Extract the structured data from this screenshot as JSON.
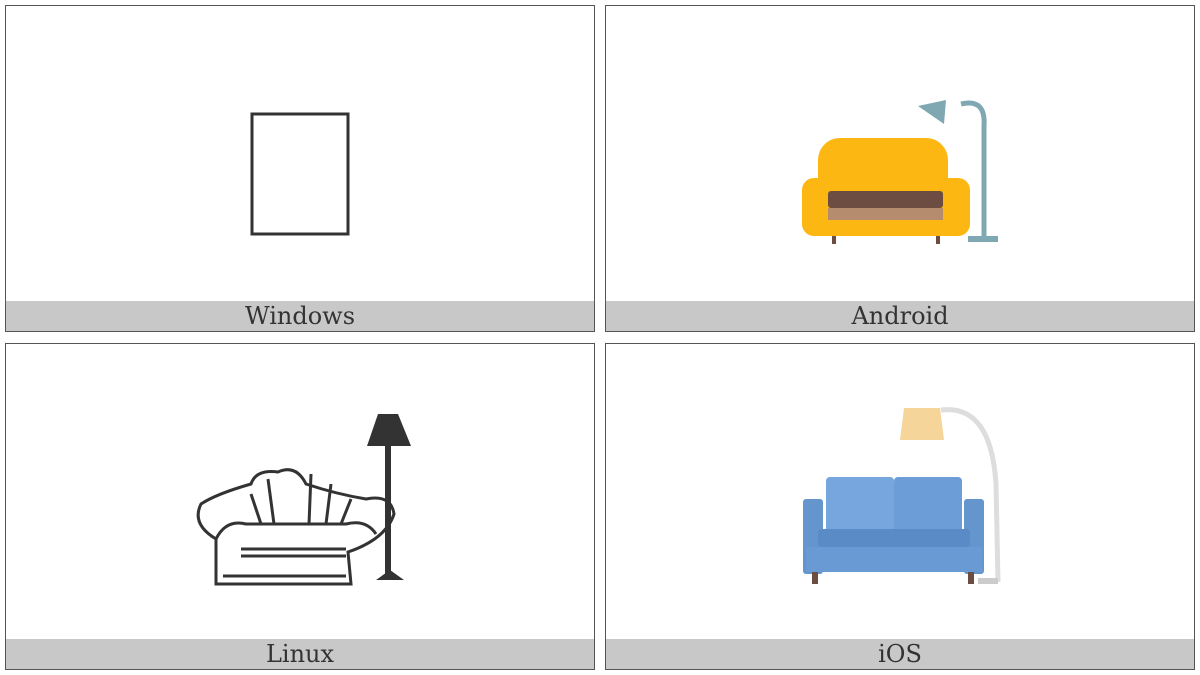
{
  "panels": [
    {
      "label": "Windows",
      "icon": "missing-glyph-box"
    },
    {
      "label": "Android",
      "icon": "couch-and-lamp"
    },
    {
      "label": "Linux",
      "icon": "couch-and-lamp"
    },
    {
      "label": "iOS",
      "icon": "couch-and-lamp"
    }
  ]
}
